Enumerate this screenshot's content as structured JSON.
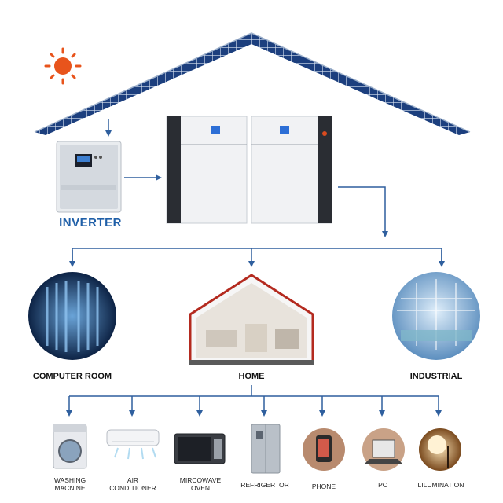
{
  "labels": {
    "inverter": "INVERTER",
    "computer_room": "COMPUTER ROOM",
    "home": "HOME",
    "industrial": "INDUSTRIAL"
  },
  "appliances": [
    {
      "line1": "WASHING",
      "line2": "MACNINE"
    },
    {
      "line1": "AIR",
      "line2": "CONDITIONER"
    },
    {
      "line1": "MIRCOWAVE",
      "line2": "OVEN"
    },
    {
      "line1": "REFRIGERTOR",
      "line2": ""
    },
    {
      "line1": "PHONE",
      "line2": ""
    },
    {
      "line1": "PC",
      "line2": ""
    },
    {
      "line1": "LILUMINATION",
      "line2": ""
    }
  ],
  "colors": {
    "arrow": "#2f5f9e",
    "sun": "#e8541c",
    "panel": "#1b3f7a",
    "label_blue": "#1f5fa8"
  }
}
